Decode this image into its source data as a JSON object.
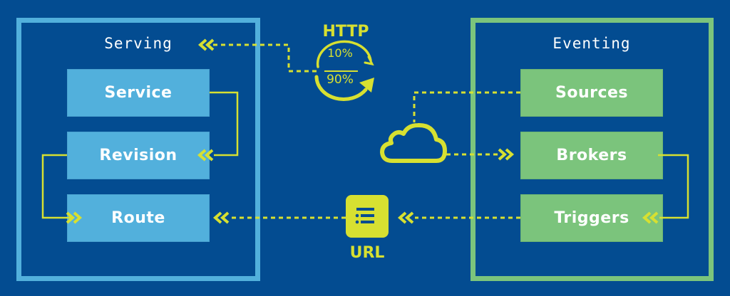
{
  "colors": {
    "background": "#034c91",
    "serving_accent": "#52b0dc",
    "eventing_accent": "#7bc47c",
    "connector": "#d7e031",
    "text": "#ffffff"
  },
  "serving": {
    "title": "Serving",
    "items": [
      {
        "label": "Service"
      },
      {
        "label": "Revision"
      },
      {
        "label": "Route"
      }
    ]
  },
  "eventing": {
    "title": "Eventing",
    "items": [
      {
        "label": "Sources"
      },
      {
        "label": "Brokers"
      },
      {
        "label": "Triggers"
      }
    ]
  },
  "http": {
    "label": "HTTP",
    "split_top": "10%",
    "split_bottom": "90%",
    "icon": "traffic-split-icon"
  },
  "cloud": {
    "icon": "cloud-icon"
  },
  "url": {
    "label": "URL",
    "icon": "list-icon"
  }
}
